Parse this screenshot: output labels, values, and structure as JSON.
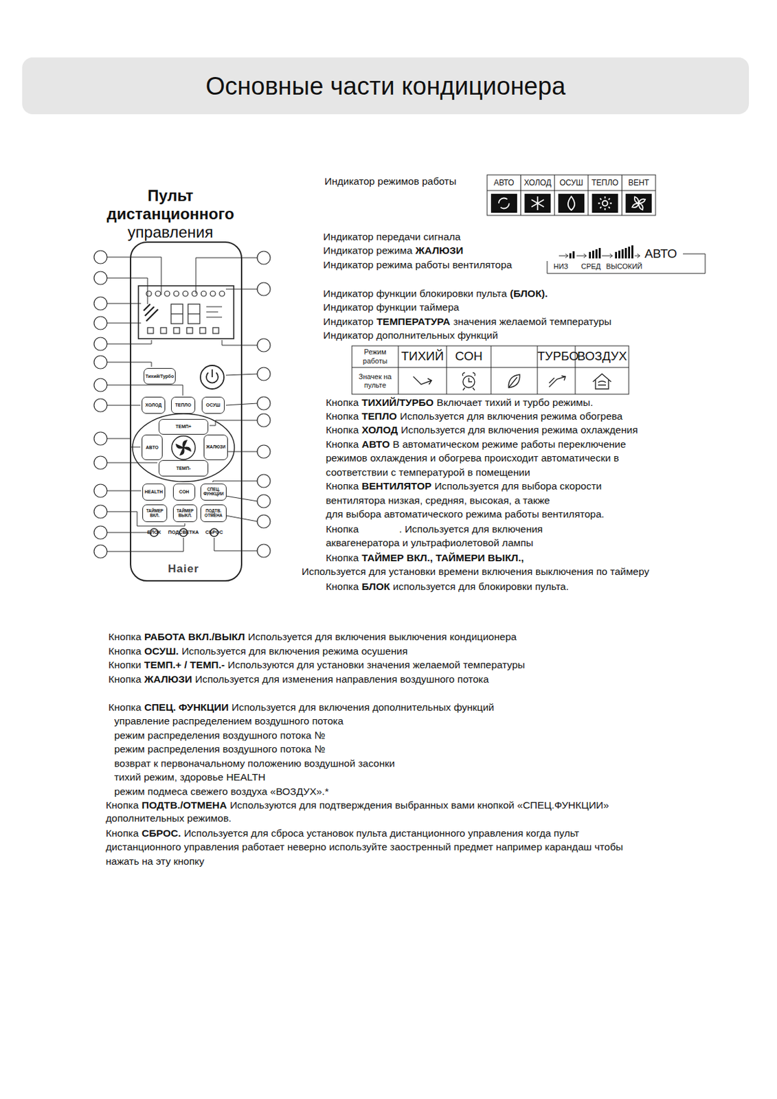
{
  "diagram": {
    "title": "Основные части кондиционера",
    "nodes": [
      {
        "text": [
          "БЛОК",
          "ПОДСВЕТКА",
          "СБРОС",
          "Haier"
        ]
      },
      {
        "text": [
          "Тихий/Турбо"
        ],
        "in": 0
      },
      {
        "text": [
          "ХОЛОД"
        ],
        "in": 0
      },
      {
        "text": [
          "ТЕПЛО"
        ],
        "in": 0
      },
      {
        "text": [
          "ОСУШ"
        ],
        "in": 0
      },
      {
        "text": [
          "ТЕМП+"
        ],
        "in": 0
      },
      {
        "text": [
          "АВТО"
        ],
        "in": 0
      },
      {
        "text": [
          "ЖАЛЮЗИ"
        ],
        "in": 0
      },
      {
        "text": [
          "ТЕМП-"
        ],
        "in": 0
      },
      {
        "text": [
          "HEALTH"
        ],
        "in": 0
      },
      {
        "text": [
          "СОН"
        ],
        "in": 0
      },
      {
        "text": [
          "СПЕЦ. ФУНКЦИИ"
        ],
        "in": 0
      },
      {
        "text": [
          "ТАЙМЕР ВКЛ."
        ],
        "in": 0
      },
      {
        "text": [
          "ТАЙМЕР ВЫКЛ."
        ],
        "in": 0
      },
      {
        "text": [
          "ПОДТВ. ОТМЕНА"
        ],
        "in": 0
      }
    ],
    "labels": [
      "Пульт",
      "дистанционного",
      "управления",
      "Индикатор режимов работы",
      "АВТО",
      "ХОЛОД",
      "ОСУШ",
      "ТЕПЛО",
      "ВЕНТ",
      "Индикатор передачи сигнала",
      "Индикатор режима",
      "ЖАЛЮЗИ",
      "Индикатор режима работы вентилятора",
      "НИЗ",
      "СРЕД",
      "ВЫСОКИЙ",
      "АВТО",
      "Индикатор функции блокировки пульта",
      "(БЛОК).",
      "Индикатор функции таймера",
      "Индикатор",
      "ТЕМПЕРАТУРА",
      "значения желаемой температуры",
      "Индикатор дополнительных функций",
      "Режим работы",
      "ТИХИЙ",
      "СОН",
      "ТУРБО",
      "ВОЗДУХ",
      "Значек на пульте",
      "Кнопка",
      "ТИХИЙ/ТУРБО",
      "Включает тихий и турбо режимы.",
      "Кнопка",
      "ТЕПЛО",
      "Используется для включения режима обогрева",
      "Кнопка",
      "ХОЛОД",
      "Используется для включения режима охлаждения",
      "Кнопка",
      "АВТО",
      "В автоматическом режиме работы переключение",
      "режимов охлаждения и обогрева происходит автоматически в",
      "соответствии с температурой в помещении",
      "Кнопка",
      "ВЕНТИЛЯТОР",
      "Используется для выбора скорости",
      "вентилятора низкая, средняя, высокая, а также",
      "для выбора автоматического режима работы вентилятора.",
      "Кнопка",
      ". Используется для включения",
      "аквагенератора и ультрафиолетовой лампы",
      "Кнопка",
      "ТАЙМЕР ВКЛ., ТАЙМЕРИ ВЫКЛ.,",
      "Используется для установки времени включения выключения по таймеру",
      "Кнопка",
      "БЛОК",
      "используется для блокировки пульта.",
      "Кнопка",
      "РАБОТА ВКЛ./ВЫКЛ",
      "Используется для включения выключения кондиционера",
      "Кнопка",
      "ОСУШ.",
      "Используется для включения режима осушения",
      "Кнопки",
      "ТЕМП.+ / ТЕМП.-",
      "Используются для установки значения желаемой температуры",
      "Кнопка",
      "ЖАЛЮЗИ",
      "Используется для изменения направления воздушного потока",
      "Кнопка",
      "СПЕЦ. ФУНКЦИИ",
      "Используется для включения дополнительных функций",
      "управление распределением воздушного потока",
      "режим распределения воздушного потока №",
      "режим распределения воздушного потока №",
      "возврат к первоначальному положению воздушной засонки",
      "тихий режим, здоровье HEALTH",
      "режим подмеса свежего воздуха «ВОЗДУХ».*",
      "Кнопка",
      "ПОДТВ./ОТМЕНА",
      "Используются для подтверждения выбранных вами кнопкой «СПЕЦ.ФУНКЦИИ»",
      "дополнительных режимов.",
      "Кнопка",
      "СБРОС.",
      "Используется для сброса установок пульта дистанционного управления когда пульт",
      "дистанционного управления работает неверно используйте заостренный предмет например карандаш чтобы",
      "нажать на эту кнопку"
    ]
  }
}
